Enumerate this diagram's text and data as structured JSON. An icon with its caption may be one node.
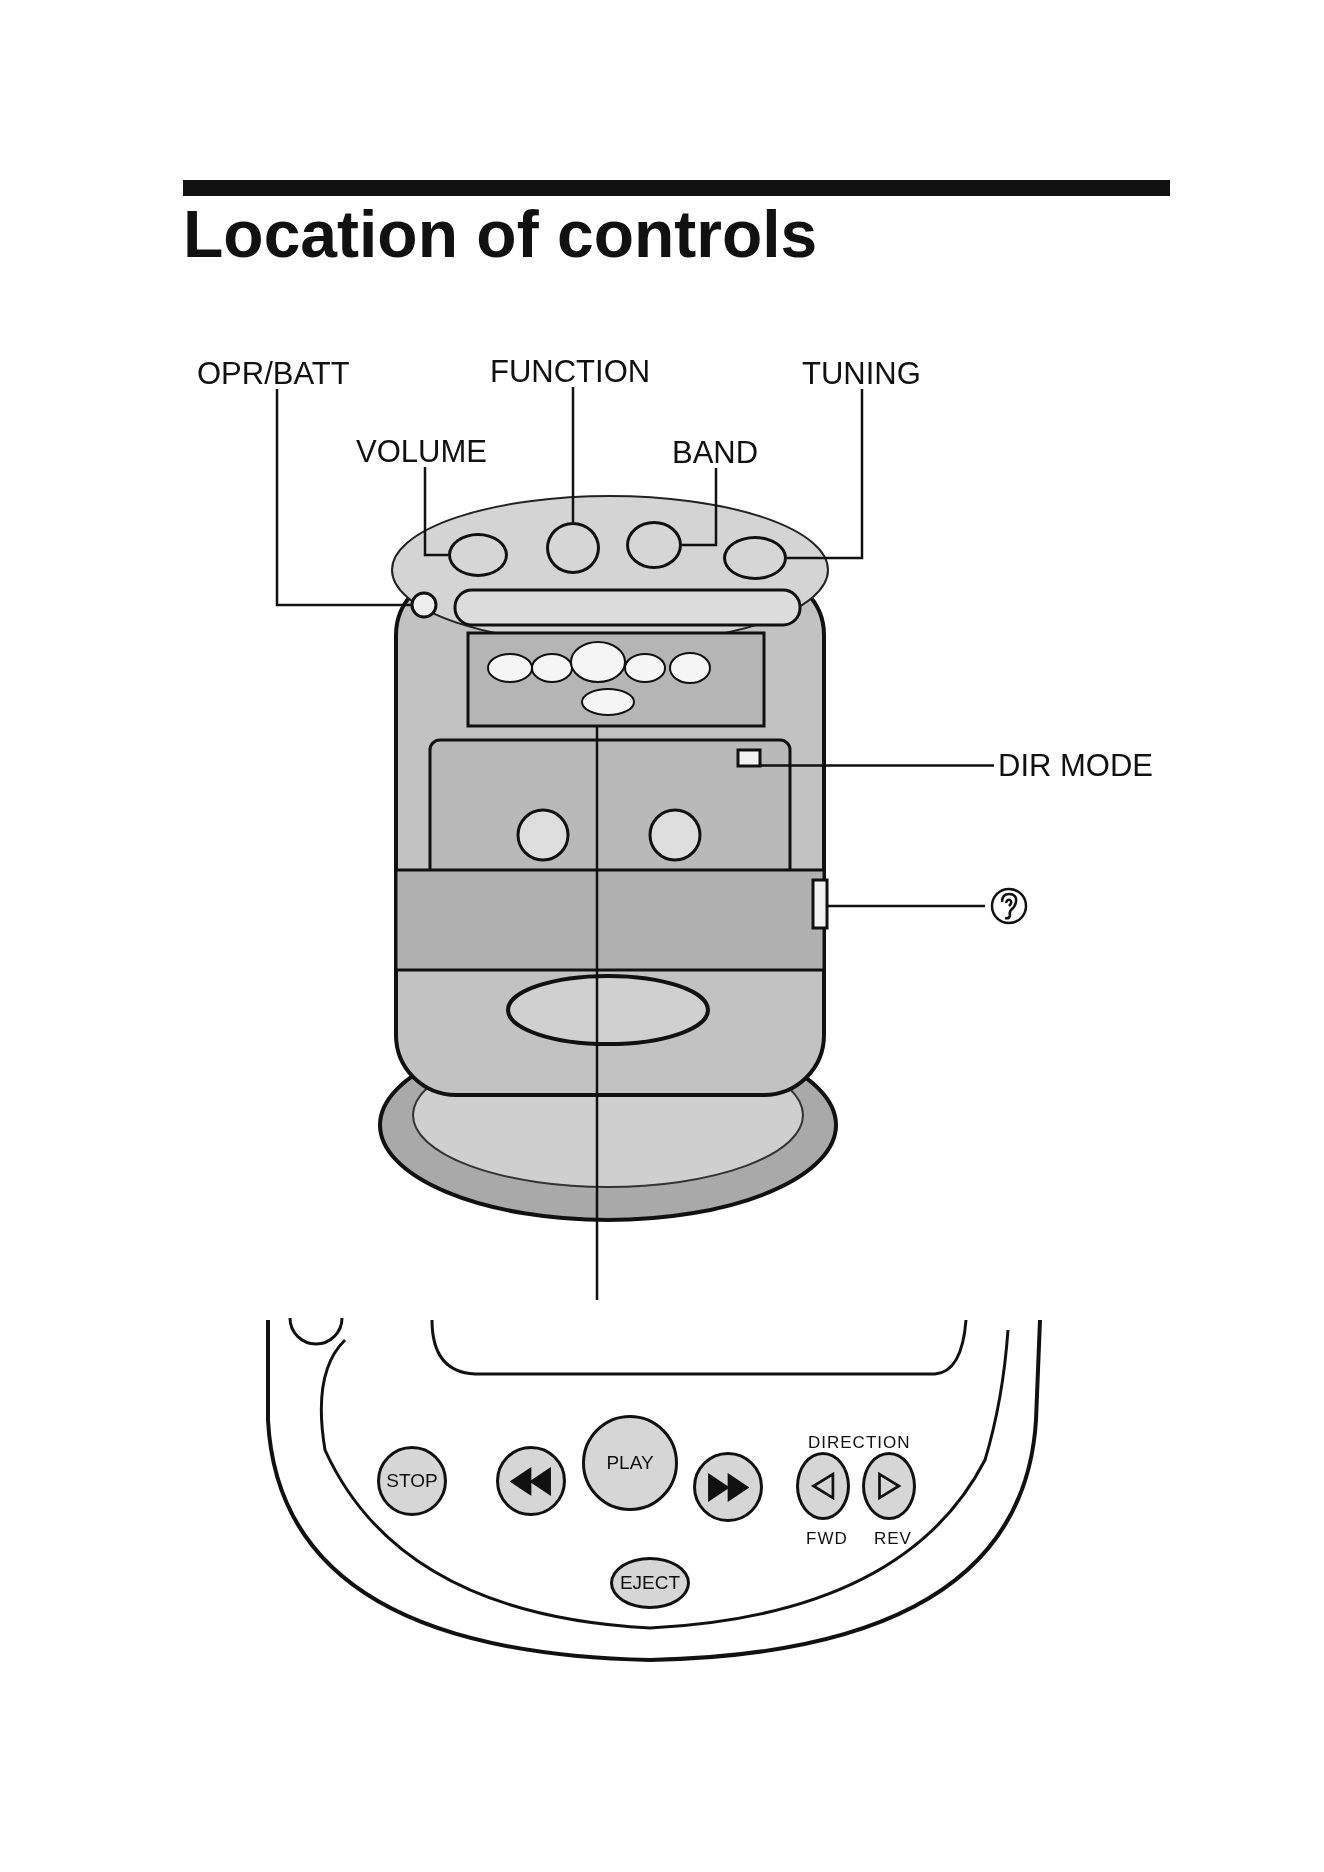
{
  "diagram": {
    "title": "Location of controls",
    "nodes": [
      {
        "text": [
          "OPR/BATT"
        ]
      },
      {
        "text": [
          "VOLUME"
        ]
      },
      {
        "text": [
          "FUNCTION"
        ]
      },
      {
        "text": [
          "BAND"
        ]
      },
      {
        "text": [
          "TUNING"
        ]
      },
      {
        "text": [
          "DIR MODE"
        ]
      },
      {
        "text": [],
        "shape": "ear"
      },
      {
        "text": [],
        "shape": "picture"
      },
      {
        "text": [],
        "shape": "circle",
        "in": 7
      },
      {
        "text": [],
        "shape": "circle"
      },
      {
        "text": [],
        "shape": "circle"
      },
      {
        "text": [],
        "shape": "circle"
      },
      {
        "text": [],
        "shape": "circle"
      },
      {
        "text": [],
        "shape": "box",
        "in": 7
      },
      {
        "text": [],
        "shape": "box",
        "in": 7
      },
      {
        "text": [],
        "shape": "box",
        "in": 7
      },
      {
        "text": [],
        "shape": "panel"
      },
      {
        "text": [
          "STOP"
        ],
        "in": 16
      },
      {
        "text": [],
        "shape": "circle",
        "in": 16
      },
      {
        "text": [
          "PLAY"
        ],
        "in": 16
      },
      {
        "text": [],
        "shape": "circle",
        "in": 16
      },
      {
        "text": [
          "EJECT"
        ],
        "in": 16
      },
      {
        "text": [],
        "shape": "circle",
        "in": 16
      },
      {
        "text": [],
        "shape": "circle",
        "in": 16
      }
    ],
    "edges": [
      {
        "from": 0,
        "to": 8,
        "arrow": "none"
      },
      {
        "from": 1,
        "to": 9,
        "arrow": "none"
      },
      {
        "from": 2,
        "to": 10,
        "arrow": "none"
      },
      {
        "from": 3,
        "to": 11,
        "arrow": "none"
      },
      {
        "from": 4,
        "to": 12,
        "arrow": "none"
      },
      {
        "from": 5,
        "to": 13,
        "arrow": "none"
      },
      {
        "from": 6,
        "to": 14,
        "arrow": "none"
      },
      {
        "from": 15,
        "to": 16,
        "arrow": "none"
      }
    ],
    "labels": [
      "DIRECTION",
      "FWD",
      "REV"
    ]
  }
}
